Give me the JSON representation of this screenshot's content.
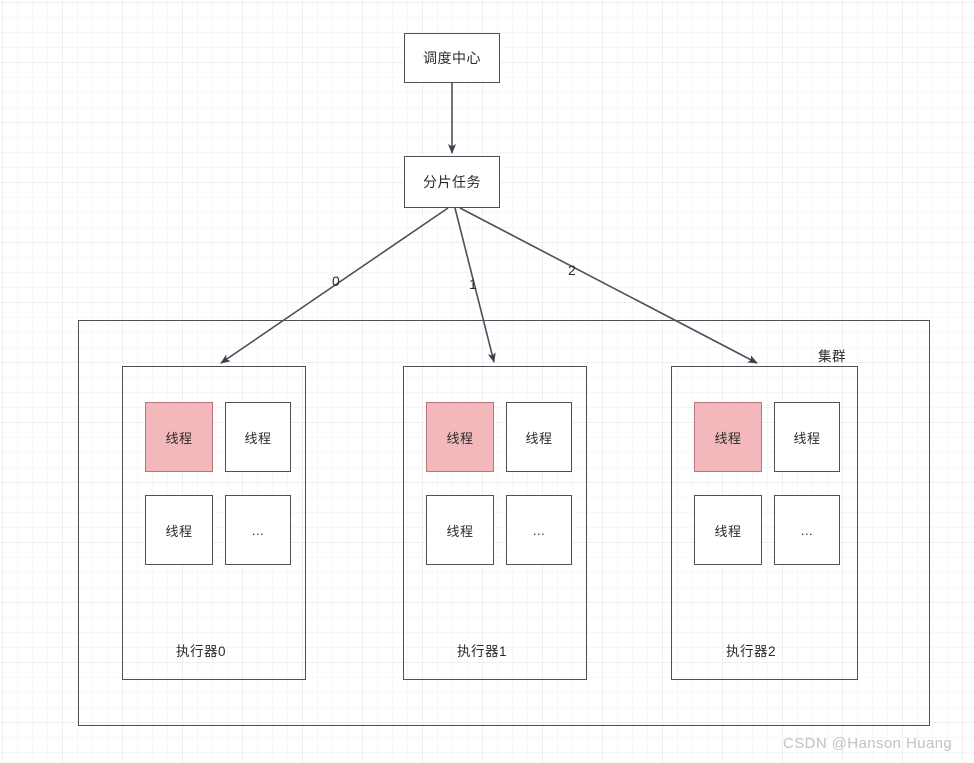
{
  "diagram": {
    "title_node": {
      "label": "调度中心"
    },
    "task_node": {
      "label": "分片任务"
    },
    "cluster": {
      "label": "集群"
    },
    "edges": [
      {
        "label": "0"
      },
      {
        "label": "1"
      },
      {
        "label": "2"
      }
    ],
    "executors": [
      {
        "label": "执行器0",
        "threads": [
          {
            "label": "线程",
            "state": "busy"
          },
          {
            "label": "线程",
            "state": "idle"
          },
          {
            "label": "线程",
            "state": "idle"
          },
          {
            "label": "...",
            "state": "idle"
          }
        ]
      },
      {
        "label": "执行器1",
        "threads": [
          {
            "label": "线程",
            "state": "busy"
          },
          {
            "label": "线程",
            "state": "idle"
          },
          {
            "label": "线程",
            "state": "idle"
          },
          {
            "label": "...",
            "state": "idle"
          }
        ]
      },
      {
        "label": "执行器2",
        "threads": [
          {
            "label": "线程",
            "state": "busy"
          },
          {
            "label": "线程",
            "state": "idle"
          },
          {
            "label": "线程",
            "state": "idle"
          },
          {
            "label": "...",
            "state": "idle"
          }
        ]
      }
    ],
    "watermark": "CSDN @Hanson Huang",
    "colors": {
      "stroke": "#4b5059",
      "busy_fill": "#f3b8bb",
      "busy_stroke": "#b9757b",
      "grid_minor": "#f7f7f7",
      "grid_major": "#efefef",
      "watermark": "#c2c2c2"
    }
  }
}
